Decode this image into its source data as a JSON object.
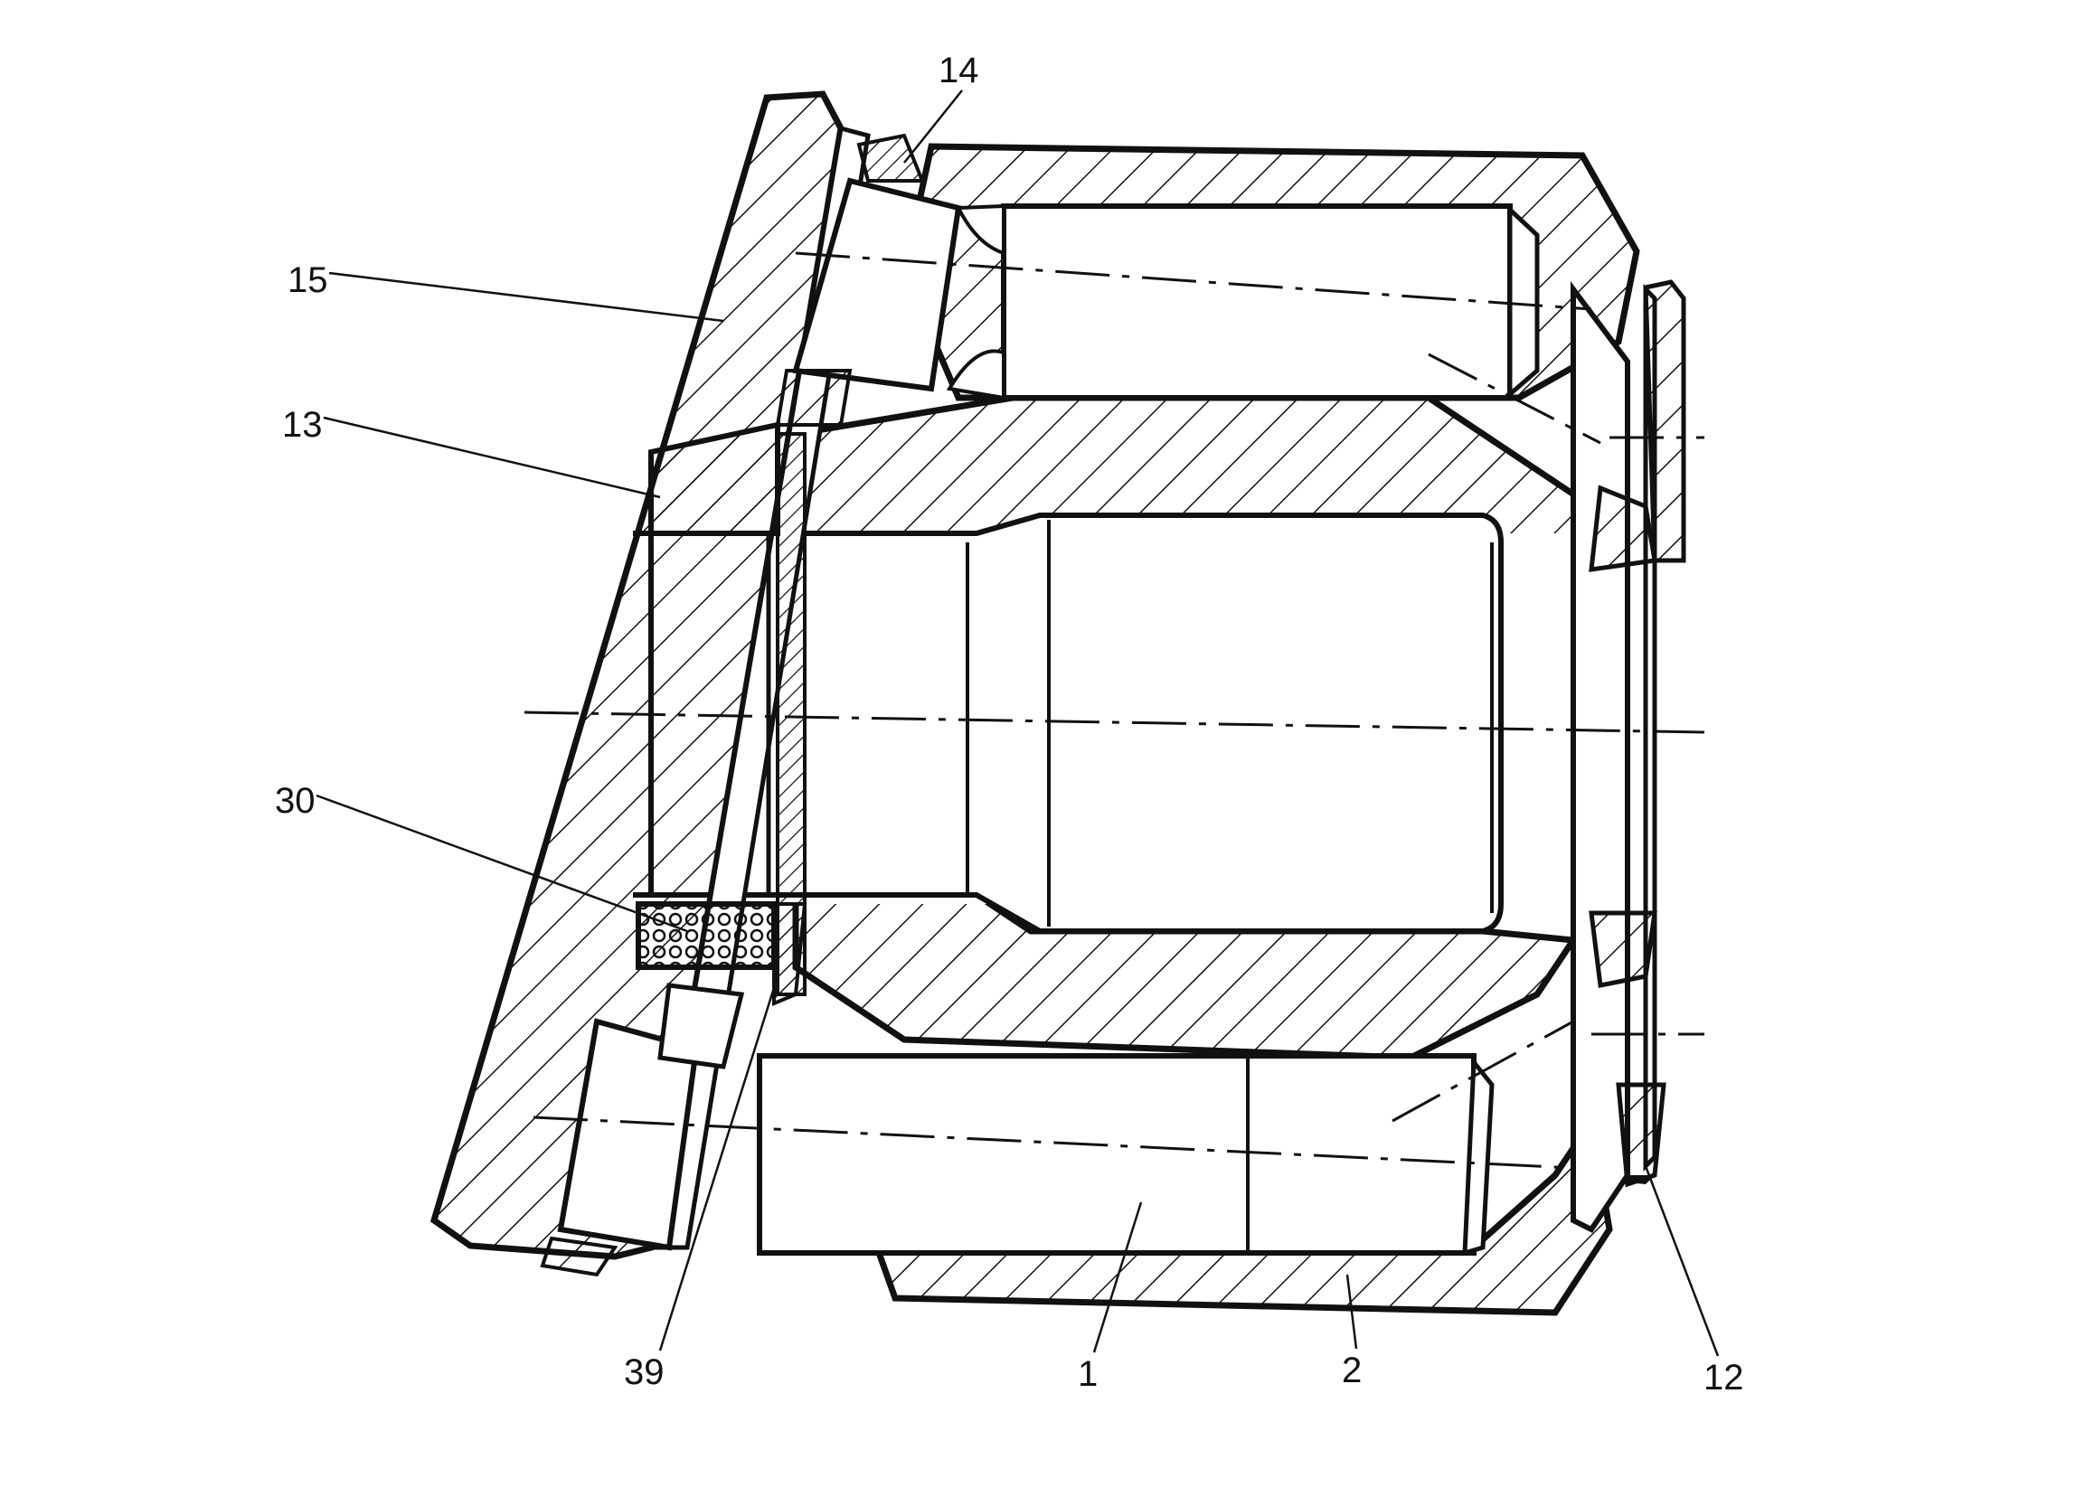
{
  "callouts": [
    {
      "id": "14",
      "text": "14"
    },
    {
      "id": "15",
      "text": "15"
    },
    {
      "id": "13",
      "text": "13"
    },
    {
      "id": "30",
      "text": "30"
    },
    {
      "id": "39",
      "text": "39"
    },
    {
      "id": "1",
      "text": "1"
    },
    {
      "id": "2",
      "text": "2"
    },
    {
      "id": "12",
      "text": "12"
    }
  ],
  "style": {
    "line_color": "#111111",
    "background": "#ffffff"
  }
}
